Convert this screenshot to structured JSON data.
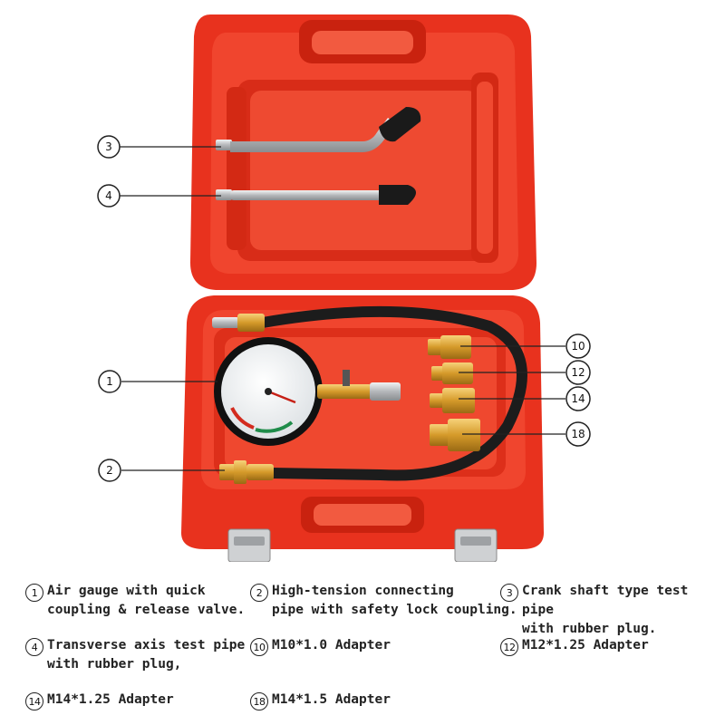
{
  "colors": {
    "case_red": "#e8321e",
    "case_dark_red": "#b51a0e",
    "case_light_red": "#f2543c",
    "brass": "#d59a2a",
    "hose_black": "#1c1c1c",
    "steel": "#b9bcbf"
  },
  "callouts": {
    "c3": "3",
    "c4": "4",
    "c1": "1",
    "c2": "2",
    "c10": "10",
    "c12": "12",
    "c14": "14",
    "c18": "18"
  },
  "legend": {
    "item1": {
      "num": "1",
      "text": "Air gauge with quick\ncoupling & release valve."
    },
    "item2": {
      "num": "2",
      "text": "High-tension connecting\npipe with safety lock coupling."
    },
    "item3": {
      "num": "3",
      "text": "Crank shaft type test pipe\nwith rubber plug."
    },
    "item4": {
      "num": "4",
      "text": "Transverse axis test pipe\nwith rubber plug,"
    },
    "item10": {
      "num": "10",
      "text": "M10*1.0 Adapter"
    },
    "item12": {
      "num": "12",
      "text": "M12*1.25 Adapter"
    },
    "item14": {
      "num": "14",
      "text": "M14*1.25 Adapter"
    },
    "item18": {
      "num": "18",
      "text": "M14*1.5 Adapter"
    }
  }
}
